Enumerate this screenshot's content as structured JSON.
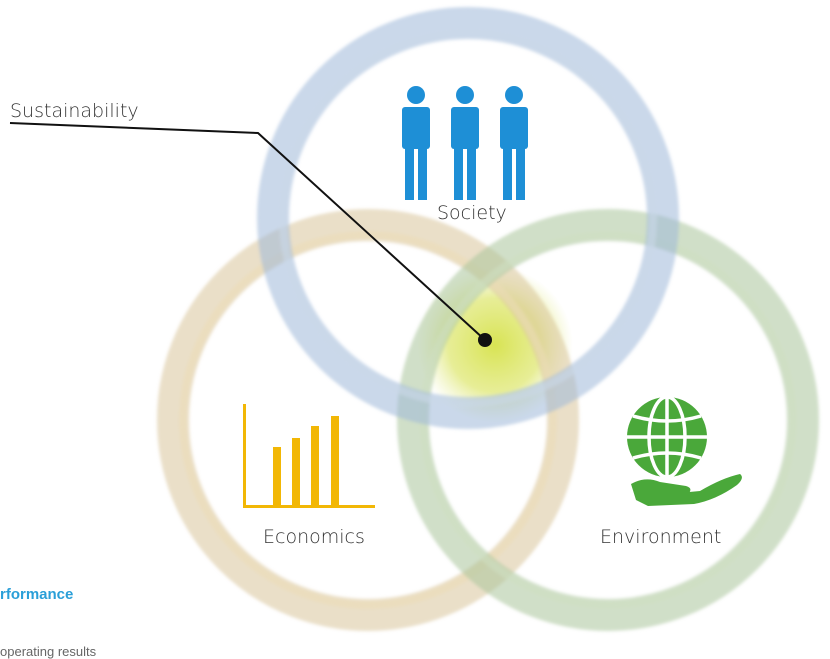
{
  "diagram": {
    "pointer_label": "Sustainability",
    "circles": {
      "society": "Society",
      "economics": "Economics",
      "environment": "Environment"
    },
    "colors": {
      "society_ring": "#9fb8d8",
      "economics_ring": "#d8c49a",
      "environment_ring": "#a9c49a",
      "center": "#d6e24a",
      "people_icon": "#1e8fd6",
      "bars_icon": "#f2b705",
      "globe_icon": "#4aa83a"
    },
    "icons": {
      "society": "people-icon",
      "economics": "bar-chart-icon",
      "environment": "globe-in-hand-icon"
    }
  },
  "fragments": {
    "heading_fragment": "rformance",
    "text_fragment": "operating results"
  }
}
